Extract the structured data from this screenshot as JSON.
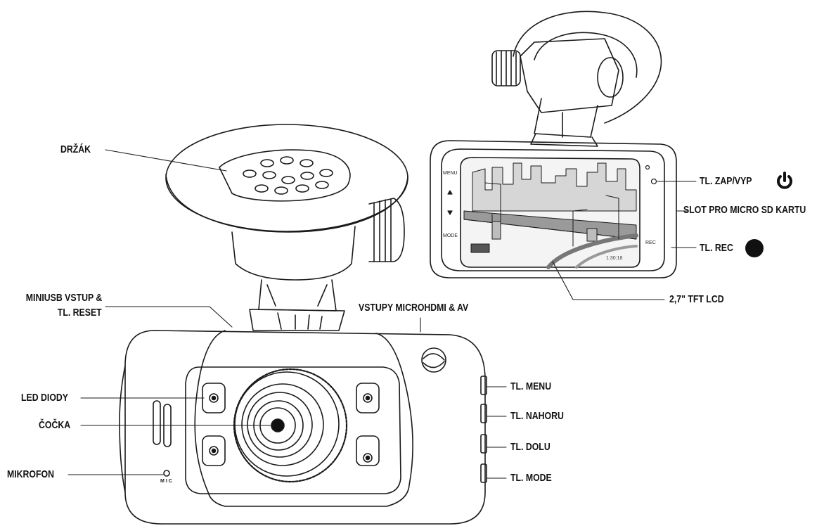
{
  "labels": {
    "drzak": "DRŽÁK",
    "miniusb_line1": "MINIUSB VSTUP &",
    "miniusb_line2": "TL. RESET",
    "microhdmi": "VSTUPY MICROHDMI & AV",
    "led": "LED DIODY",
    "cocka": "ČOČKA",
    "mikrofon": "MIKROFON",
    "zap": "TL. ZAP/VYP",
    "slot": "SLOT PRO MICRO SD KARTU",
    "rec": "TL. REC",
    "lcd": "2,7\" TFT LCD",
    "menu": "TL. MENU",
    "nahoru": "TL. NAHORU",
    "dolu": "TL. DOLU",
    "mode": "TL. MODE"
  },
  "device_marks": {
    "mic": "MIC",
    "screen_menu": "MENU",
    "screen_mode": "MODE",
    "screen_rec": "REC",
    "screen_time": "1:30:18"
  },
  "colors": {
    "line": "#1a1a1a",
    "fill": "#ffffff",
    "screen_gray": "#cfcfcf",
    "dark": "#111111"
  },
  "icons": {
    "power": "power-icon",
    "rec": "record-dot-icon",
    "up": "arrow-up-icon",
    "down": "arrow-down-icon"
  }
}
